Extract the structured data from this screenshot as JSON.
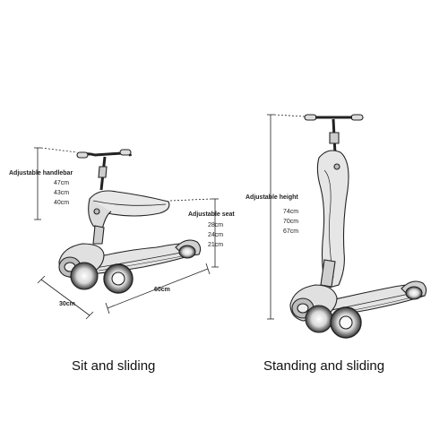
{
  "sit": {
    "handlebar_label": "Adjustable handlebar",
    "handlebar_heights": [
      "47cm",
      "43cm",
      "40cm"
    ],
    "seat_label": "Adjustable seat",
    "seat_heights": [
      "28cm",
      "24cm",
      "21cm"
    ],
    "width_label": "30cm",
    "length_label": "60cm",
    "caption": "Sit and sliding"
  },
  "stand": {
    "height_label": "Adjustable height",
    "heights": [
      "74cm",
      "70cm",
      "67cm"
    ],
    "caption": "Standing and sliding"
  }
}
